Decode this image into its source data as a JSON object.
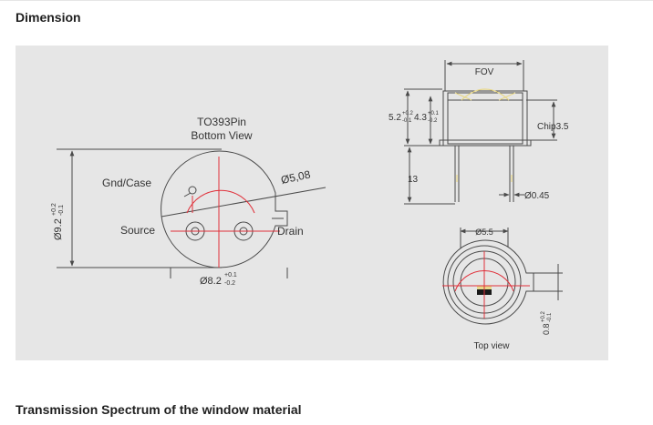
{
  "headings": {
    "dimension": "Dimension",
    "transmission": "Transmission Spectrum of the window material"
  },
  "bottom_view": {
    "title_line1": "TO393Pin",
    "title_line2": "Bottom View",
    "gnd_label": "Gnd/Case",
    "source_label": "Source",
    "drain_label": "Drain",
    "pin_circle": "Ø5,08",
    "height_dim": "Ø9.2",
    "height_tol_upper": "+0.2",
    "height_tol_lower": "-0.1",
    "outer_dim": "Ø8.2",
    "outer_tol_upper": "+0.1",
    "outer_tol_lower": "-0.2"
  },
  "side_view": {
    "fov_label": "FOV",
    "dim_a": "5.2",
    "dim_a_upper": "+0.2",
    "dim_a_lower": "-0.1",
    "dim_b": "4.3",
    "dim_b_upper": "+0.1",
    "dim_b_lower": "-0.2",
    "chip_label": "Chip3.5",
    "lead_length": "13",
    "lead_dia": "Ø0.45"
  },
  "top_view": {
    "window_dia": "Ø5.5",
    "caption": "Top view",
    "tab_dim": "0.8",
    "tab_tol_upper": "+0.2",
    "tab_tol_lower": "-0.1"
  },
  "colors": {
    "line": "#4a4a4a",
    "center_line": "#e0303a",
    "lens_yellow": "#e8d88a",
    "background": "#e6e6e6"
  }
}
